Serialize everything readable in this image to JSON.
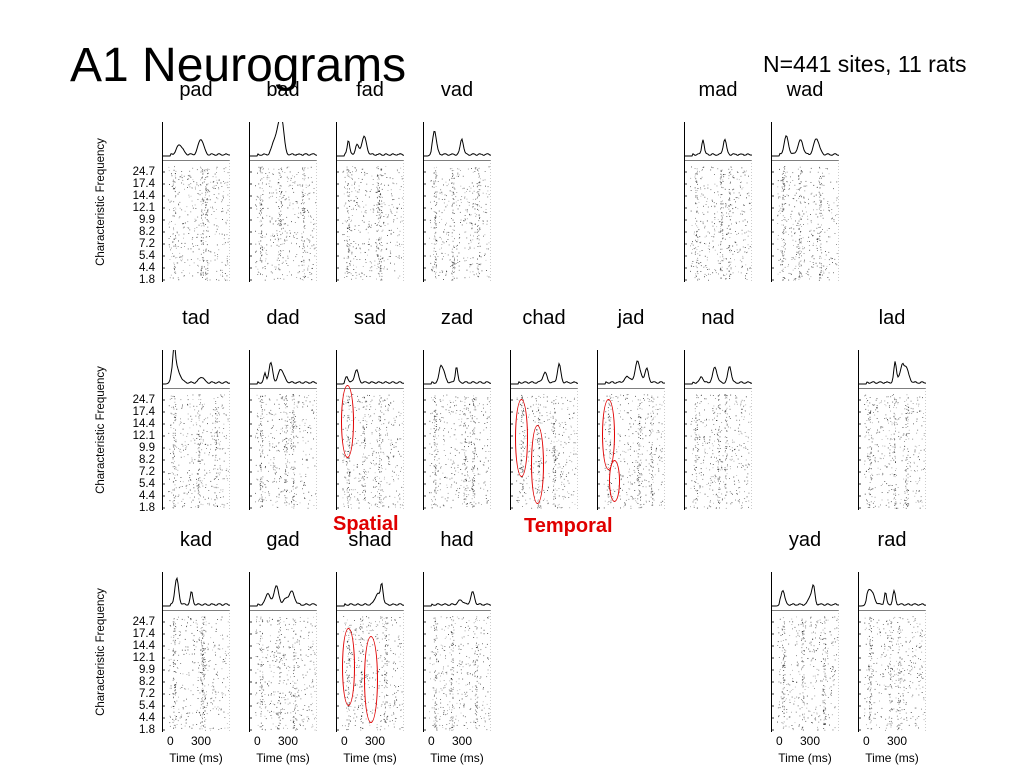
{
  "title": "A1 Neurograms",
  "subtitle": "N=441 sites, 11 rats",
  "y_axis": {
    "label": "Characteristic Frequency",
    "ticks": [
      "24.7",
      "17.4",
      "14.4",
      "12.1",
      "9.9",
      "8.2",
      "7.2",
      "5.4",
      "4.4",
      "1.8"
    ]
  },
  "x_axis": {
    "label": "Time (ms)",
    "ticks": [
      "0",
      "300"
    ]
  },
  "rows": [
    {
      "panels": [
        {
          "label": "pad",
          "col": 0
        },
        {
          "label": "bad",
          "col": 1
        },
        {
          "label": "fad",
          "col": 2
        },
        {
          "label": "vad",
          "col": 3
        },
        {
          "label": "mad",
          "col": 6
        },
        {
          "label": "wad",
          "col": 7
        }
      ]
    },
    {
      "panels": [
        {
          "label": "tad",
          "col": 0
        },
        {
          "label": "dad",
          "col": 1
        },
        {
          "label": "sad",
          "col": 2
        },
        {
          "label": "zad",
          "col": 3
        },
        {
          "label": "chad",
          "col": 4
        },
        {
          "label": "jad",
          "col": 5
        },
        {
          "label": "nad",
          "col": 6
        },
        {
          "label": "lad",
          "col": 8
        }
      ]
    },
    {
      "panels": [
        {
          "label": "kad",
          "col": 0
        },
        {
          "label": "gad",
          "col": 1
        },
        {
          "label": "shad",
          "col": 2
        },
        {
          "label": "had",
          "col": 3
        },
        {
          "label": "yad",
          "col": 7
        },
        {
          "label": "rad",
          "col": 8
        }
      ]
    }
  ],
  "annotations": {
    "spatial": "Spatial",
    "temporal": "Temporal"
  },
  "colors": {
    "highlight": "#e00000"
  }
}
